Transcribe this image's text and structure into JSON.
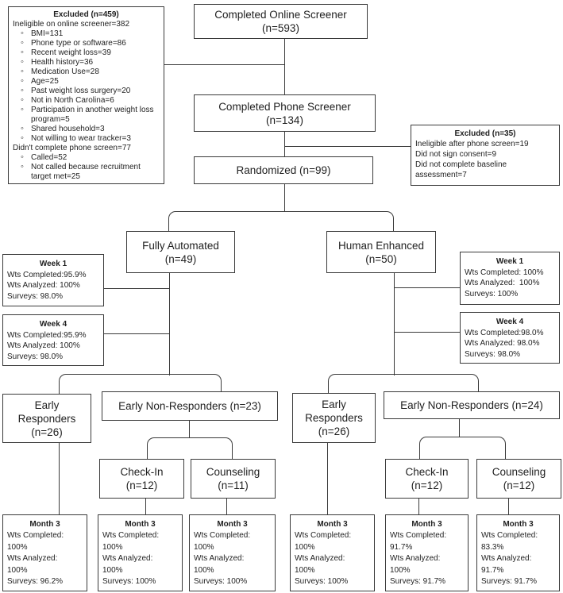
{
  "colors": {
    "background": "#ffffff",
    "line": "#3a3a3a",
    "text": "#1f1f1f"
  },
  "bullet_char": "◦",
  "boxes": {
    "online_screener": {
      "line1": "Completed Online Screener",
      "line2": "(n=593)"
    },
    "phone_screener": {
      "line1": "Completed Phone Screener",
      "line2": "(n=134)"
    },
    "randomized": {
      "line1": "Randomized (n=99)"
    },
    "excluded_online": {
      "title": "Excluded (n=459)",
      "items": [
        "Ineligible on online screener=382",
        "BMI=131",
        "Phone type or software=86",
        "Recent weight loss=39",
        "Health history=36",
        "Medication Use=28",
        "Age=25",
        "Past weight loss surgery=20",
        "Not in North Carolina=6",
        "Participation in another weight loss program=5",
        "Shared household=3",
        "Not willing to wear tracker=3",
        "Didn't complete phone screen=77",
        "Called=52",
        "Not called because recruitment target met=25"
      ]
    },
    "excluded_phone": {
      "title": "Excluded (n=35)",
      "lines": [
        "Ineligible after phone screen=19",
        "Did not sign consent=9",
        "Did not complete baseline assessment=7"
      ]
    },
    "fully_automated": {
      "line1": "Fully Automated",
      "line2": "(n=49)"
    },
    "human_enhanced": {
      "line1": "Human Enhanced",
      "line2": "(n=50)"
    },
    "fa_week1": {
      "title": "Week 1",
      "lines": [
        "Wts Completed:95.9%",
        "Wts Analyzed: 100%",
        "Surveys: 98.0%"
      ]
    },
    "fa_week4": {
      "title": "Week 4",
      "lines": [
        "Wts Completed:95.9%",
        "Wts Analyzed: 100%",
        "Surveys: 98.0%"
      ]
    },
    "he_week1": {
      "title": "Week 1",
      "lines": [
        "Wts Completed: 100%",
        "Wts Analyzed:  100%",
        "Surveys: 100%"
      ]
    },
    "he_week4": {
      "title": "Week 4",
      "lines": [
        "Wts Completed:98.0%",
        "Wts Analyzed: 98.0%",
        "Surveys: 98.0%"
      ]
    },
    "fa_early_responders": {
      "line1": "Early",
      "line2": "Responders",
      "line3": "(n=26)"
    },
    "fa_early_nonresponders": {
      "line1": "Early Non-Responders (n=23)"
    },
    "he_early_responders": {
      "line1": "Early",
      "line2": "Responders",
      "line3": "(n=26)"
    },
    "he_early_nonresponders": {
      "line1": "Early Non-Responders (n=24)"
    },
    "fa_checkin": {
      "line1": "Check-In",
      "line2": "(n=12)"
    },
    "fa_counseling": {
      "line1": "Counseling",
      "line2": "(n=11)"
    },
    "he_checkin": {
      "line1": "Check-In",
      "line2": "(n=12)"
    },
    "he_counseling": {
      "line1": "Counseling",
      "line2": "(n=12)"
    },
    "m3_fa_responders": {
      "title": "Month 3",
      "lines": [
        "Wts Completed:",
        "100%",
        "Wts Analyzed:",
        "100%",
        "Surveys: 96.2%"
      ]
    },
    "m3_fa_checkin": {
      "title": "Month 3",
      "lines": [
        "Wts Completed:",
        "100%",
        "Wts Analyzed:",
        "100%",
        "Surveys: 100%"
      ]
    },
    "m3_fa_counseling": {
      "title": "Month 3",
      "lines": [
        "Wts Completed:",
        "100%",
        "Wts Analyzed:",
        "100%",
        "Surveys: 100%"
      ]
    },
    "m3_he_responders": {
      "title": "Month 3",
      "lines": [
        "Wts Completed:",
        "100%",
        "Wts Analyzed:",
        "100%",
        "Surveys: 100%"
      ]
    },
    "m3_he_checkin": {
      "title": "Month 3",
      "lines": [
        "Wts Completed:",
        "91.7%",
        "Wts Analyzed:",
        "100%",
        "Surveys: 91.7%"
      ]
    },
    "m3_he_counseling": {
      "title": "Month 3",
      "lines": [
        "Wts Completed:",
        "83.3%",
        "Wts Analyzed:",
        "91.7%",
        "Surveys: 91.7%"
      ]
    }
  }
}
